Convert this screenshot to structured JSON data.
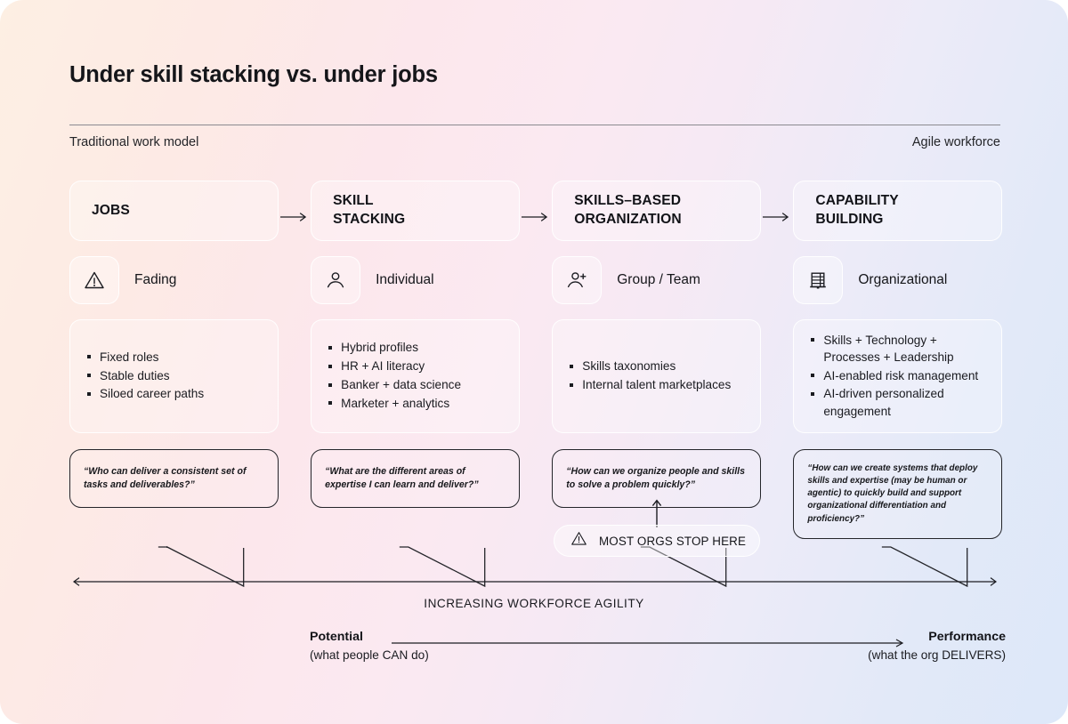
{
  "header": {
    "title": "Under skill stacking vs. under jobs",
    "left_label": "Traditional work model",
    "right_label": "Agile workforce"
  },
  "columns": [
    {
      "stage": "JOBS",
      "icon": "warning-triangle-icon",
      "icon_label": "Fading",
      "bullets": [
        "Fixed roles",
        " Stable duties",
        " Siloed career paths"
      ],
      "quote": "“Who can deliver a consistent set of tasks and deliverables?”"
    },
    {
      "stage": "SKILL\nSTACKING",
      "icon": "person-icon",
      "icon_label": "Individual",
      "bullets": [
        "Hybrid profiles",
        " HR + AI literacy",
        " Banker + data science",
        " Marketer + analytics"
      ],
      "quote": "“What are the different areas of expertise I can learn and deliver?”"
    },
    {
      "stage": "SKILLS–BASED\nORGANIZATION",
      "icon": "person-add-icon",
      "icon_label": "Group / Team",
      "bullets": [
        "Skills taxonomies",
        " Internal talent marketplaces"
      ],
      "quote": "“How can we organize people and skills to solve a problem quickly?”"
    },
    {
      "stage": "CAPABILITY\nBUILDING",
      "icon": "building-icon",
      "icon_label": "Organizational",
      "bullets": [
        "Skills + Technology + Processes + Leadership",
        " AI-enabled risk management",
        " AI-driven personalized engagement"
      ],
      "quote": "“How can we create systems that deploy skills and expertise (may be human or agentic) to quickly build and support organizational differentiation and proficiency?”"
    }
  ],
  "callout": {
    "icon": "warning-triangle-icon",
    "label": "MOST ORGS STOP HERE"
  },
  "axis": {
    "agility_label": "INCREASING WORKFORCE AGILITY",
    "potential_title": "Potential",
    "potential_sub": "(what people CAN do)",
    "performance_title": "Performance",
    "performance_sub": "(what the org DELIVERS)"
  },
  "colors": {
    "bg_start": "#fdefe3",
    "bg_mid": "#fbe9f1",
    "bg_end": "#dde8f9",
    "ink": "#15161a",
    "stroke": "#24252a"
  }
}
